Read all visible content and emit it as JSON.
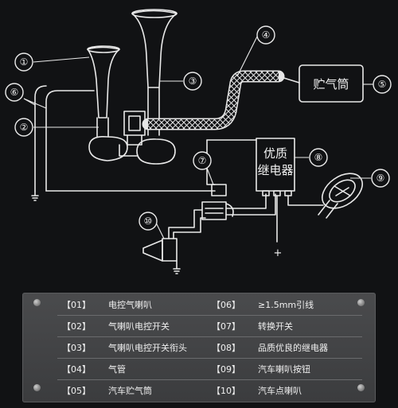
{
  "diagram": {
    "reservoir_label": "贮气筒",
    "relay_label_line1": "优质",
    "relay_label_line2": "继电器",
    "plus_sign": "+",
    "callouts": [
      "①",
      "②",
      "③",
      "④",
      "⑤",
      "⑥",
      "⑦",
      "⑧",
      "⑨",
      "⑩"
    ]
  },
  "legend": {
    "left": [
      {
        "num": "【01】",
        "text": "电控气喇叭"
      },
      {
        "num": "【02】",
        "text": "气喇叭电控开关"
      },
      {
        "num": "【03】",
        "text": "气喇叭电控开关衔头"
      },
      {
        "num": "【04】",
        "text": "气管"
      },
      {
        "num": "【05】",
        "text": "汽车贮气筒"
      }
    ],
    "right": [
      {
        "num": "【06】",
        "text": "≥1.5mm引线"
      },
      {
        "num": "【07】",
        "text": "转换开关"
      },
      {
        "num": "【08】",
        "text": "品质优良的继电器"
      },
      {
        "num": "【09】",
        "text": "汽车喇叭按钮"
      },
      {
        "num": "【10】",
        "text": "汽车点喇叭"
      }
    ]
  }
}
